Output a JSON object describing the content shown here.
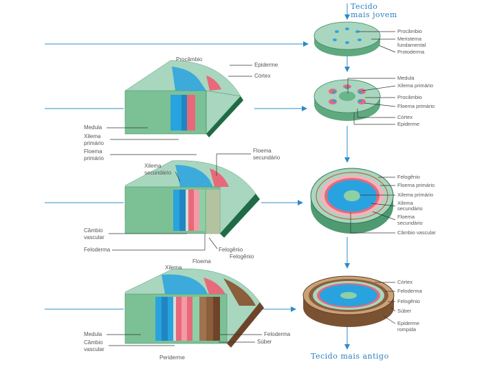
{
  "headings": {
    "top": [
      "Tecido",
      "mais jovem"
    ],
    "bottom": "Tecido mais antigo"
  },
  "block1": {
    "procambio": "Procâmbio",
    "epiderme": "Epiderme",
    "cortex": "Córtex",
    "medula": "Medula",
    "xilema_primario": [
      "Xilema",
      "primário"
    ],
    "floema_primario": [
      "Floema",
      "primário"
    ]
  },
  "block2": {
    "xilema_secundario": [
      "Xilema",
      "secundário"
    ],
    "floema_secundario": [
      "Floema",
      "secundário"
    ],
    "cambio_vascular": [
      "Câmbio",
      "vascular"
    ],
    "feloderma": "Feloderma",
    "felogenio": "Felogênio"
  },
  "block3": {
    "xilema": "Xilema",
    "floema": "Floema",
    "felogenio": "Felogênio",
    "medula": "Medula",
    "cambio_vascular": [
      "Câmbio",
      "vascular"
    ],
    "feloderma": "Feloderma",
    "suber": "Súber",
    "periderme": "Periderme"
  },
  "disc1": [
    "Procâmbio",
    "Meristema",
    "fundamental",
    "Protoderma"
  ],
  "disc2": [
    "Medula",
    "Xilema primário",
    "Procâmbio",
    "Floema primário",
    "Córtex",
    "Epiderme"
  ],
  "disc3": [
    "Felogênio",
    "Floema primário",
    "Xilema primário",
    "Xilema",
    "secundário",
    "Floema",
    "secundário",
    "Câmbio vascular"
  ],
  "disc4": [
    "Córtex",
    "Feloderma",
    "Felogênio",
    "Súber",
    "Epiderme",
    "rompida"
  ],
  "colors": {
    "arrow": "#2d8bc9",
    "xylem": "#29a3df",
    "phloem": "#e8697a",
    "cortex": "#a9d6bf",
    "medulla": "#6ab58a",
    "epidermis": "#1e6b45",
    "bark": "#8b5e3c"
  }
}
